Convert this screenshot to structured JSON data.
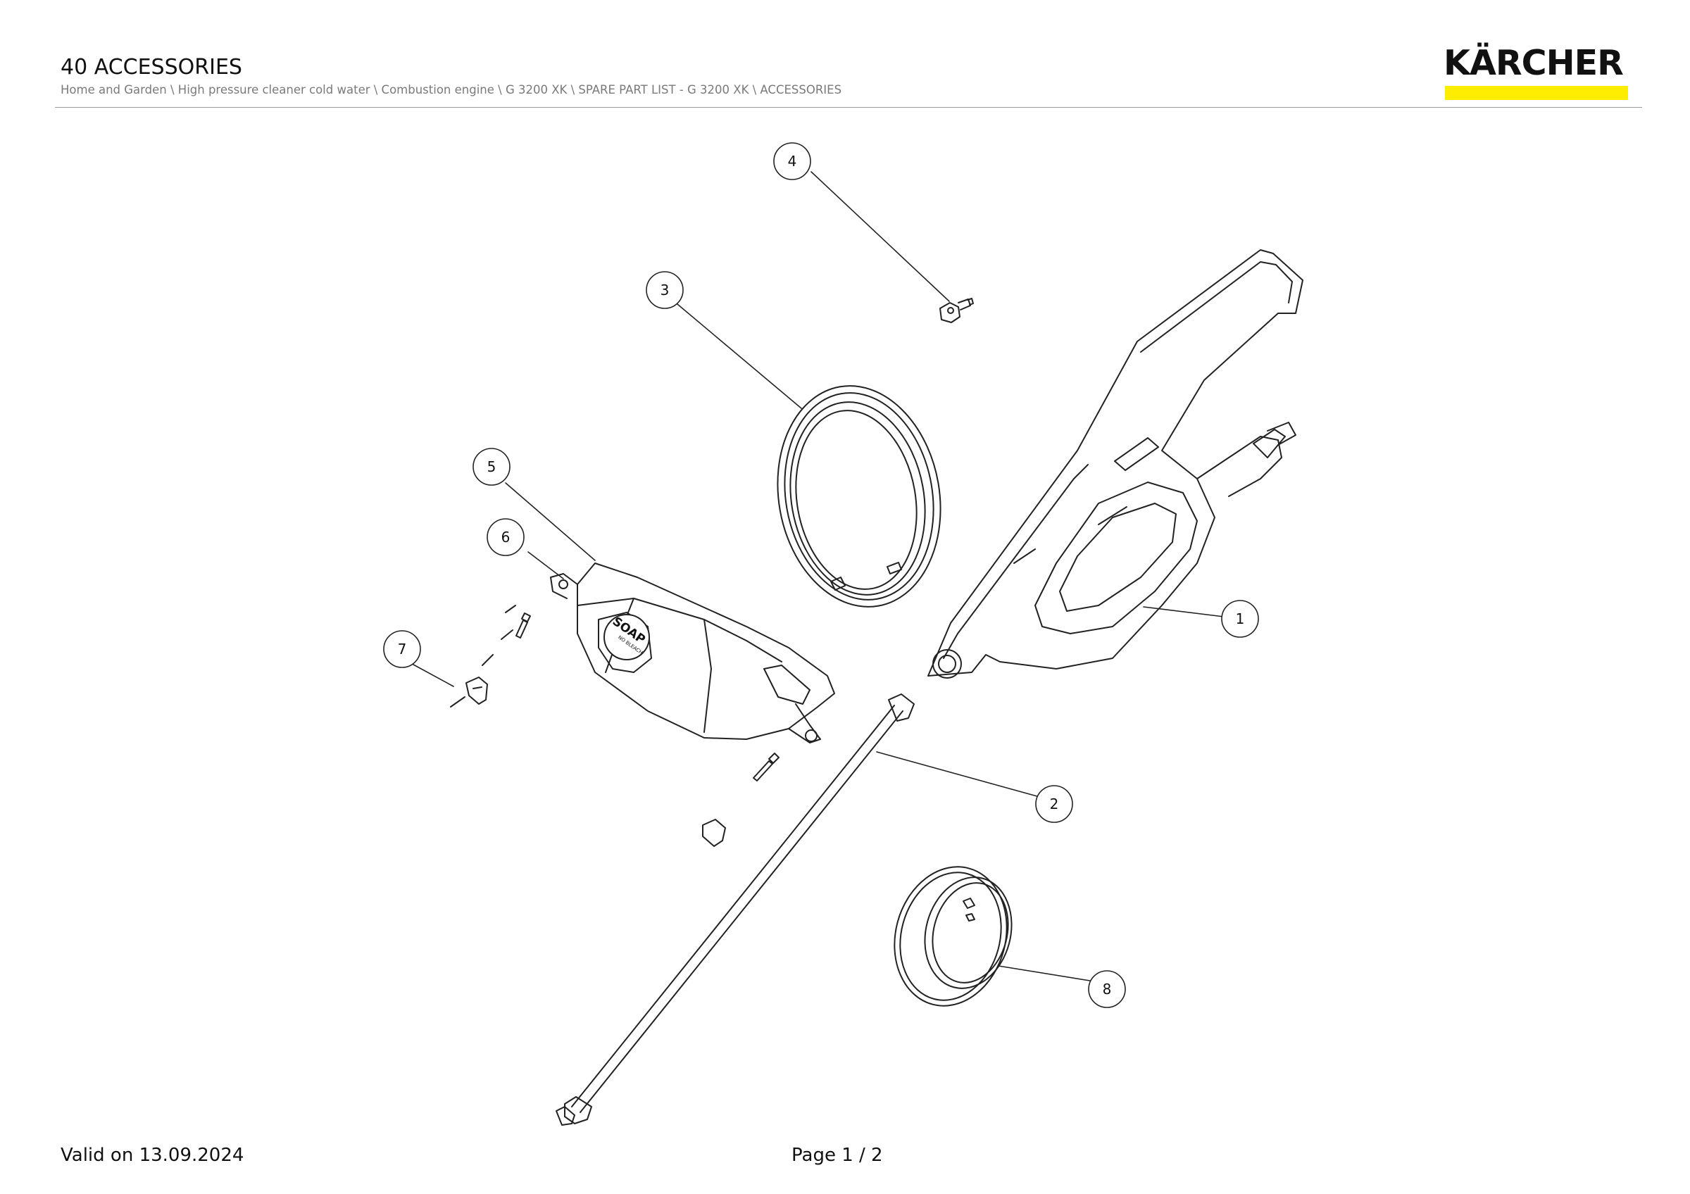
{
  "header": {
    "title": "40 ACCESSORIES",
    "breadcrumb": "Home and Garden \\ High pressure cleaner cold water \\ Combustion engine \\ G 3200 XK \\ SPARE PART LIST - G 3200 XK \\ ACCESSORIES"
  },
  "logo": {
    "text": "KÄRCHER",
    "bar_color": "#ffed00"
  },
  "drawing": {
    "callouts": [
      "1",
      "2",
      "3",
      "4",
      "5",
      "6",
      "7",
      "8"
    ],
    "tank_label": "SOAP",
    "tank_sublabel": "NO BLEACH"
  },
  "footer": {
    "valid": "Valid on 13.09.2024",
    "page": "Page 1 / 2"
  }
}
